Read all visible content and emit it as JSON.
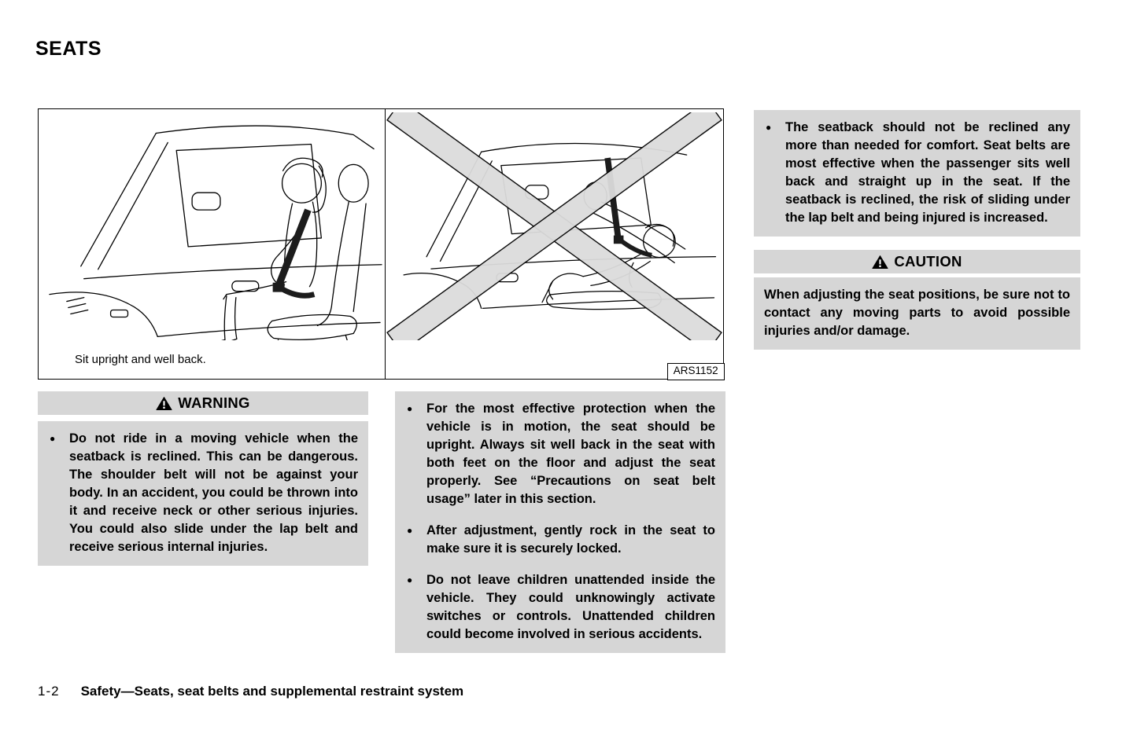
{
  "page": {
    "title": "SEATS",
    "footer": {
      "page_number": "1-2",
      "section_title": "Safety—Seats, seat belts and supplemental restraint system"
    }
  },
  "figure": {
    "caption_left": "Sit upright and well back.",
    "figure_id": "ARS1152",
    "left_panel_alt": "person-seated-upright-with-seat-belt",
    "right_panel_alt": "reclined-person-crossed-out"
  },
  "warning_box": {
    "header": "WARNING",
    "items": [
      "Do not ride in a moving vehicle when the seatback is reclined. This can be dangerous. The shoulder belt will not be against your body. In an accident, you could be thrown into it and receive neck or other serious injuries. You could also slide under the lap belt and receive serious internal injuries."
    ]
  },
  "middle_column": {
    "items": [
      "For the most effective protection when the vehicle is in motion, the seat should be upright. Always sit well back in the seat with both feet on the floor and adjust the seat properly. See “Precautions on seat belt usage” later in this section.",
      "After adjustment, gently rock in the seat to make sure it is securely locked.",
      "Do not leave children unattended inside the vehicle. They could unknowingly activate switches or controls. Unattended children could become involved in serious accidents."
    ]
  },
  "right_column": {
    "items": [
      "The seatback should not be reclined any more than needed for comfort. Seat belts are most effective when the passenger sits well back and straight up in the seat. If the seatback is reclined, the risk of sliding under the lap belt and being injured is increased."
    ],
    "caution": {
      "header": "CAUTION",
      "body": "When adjusting the seat positions, be sure not to contact any moving parts to avoid possible injuries and/or damage."
    }
  },
  "colors": {
    "highlight_gray": "#d6d6d6",
    "ink": "#000000"
  }
}
